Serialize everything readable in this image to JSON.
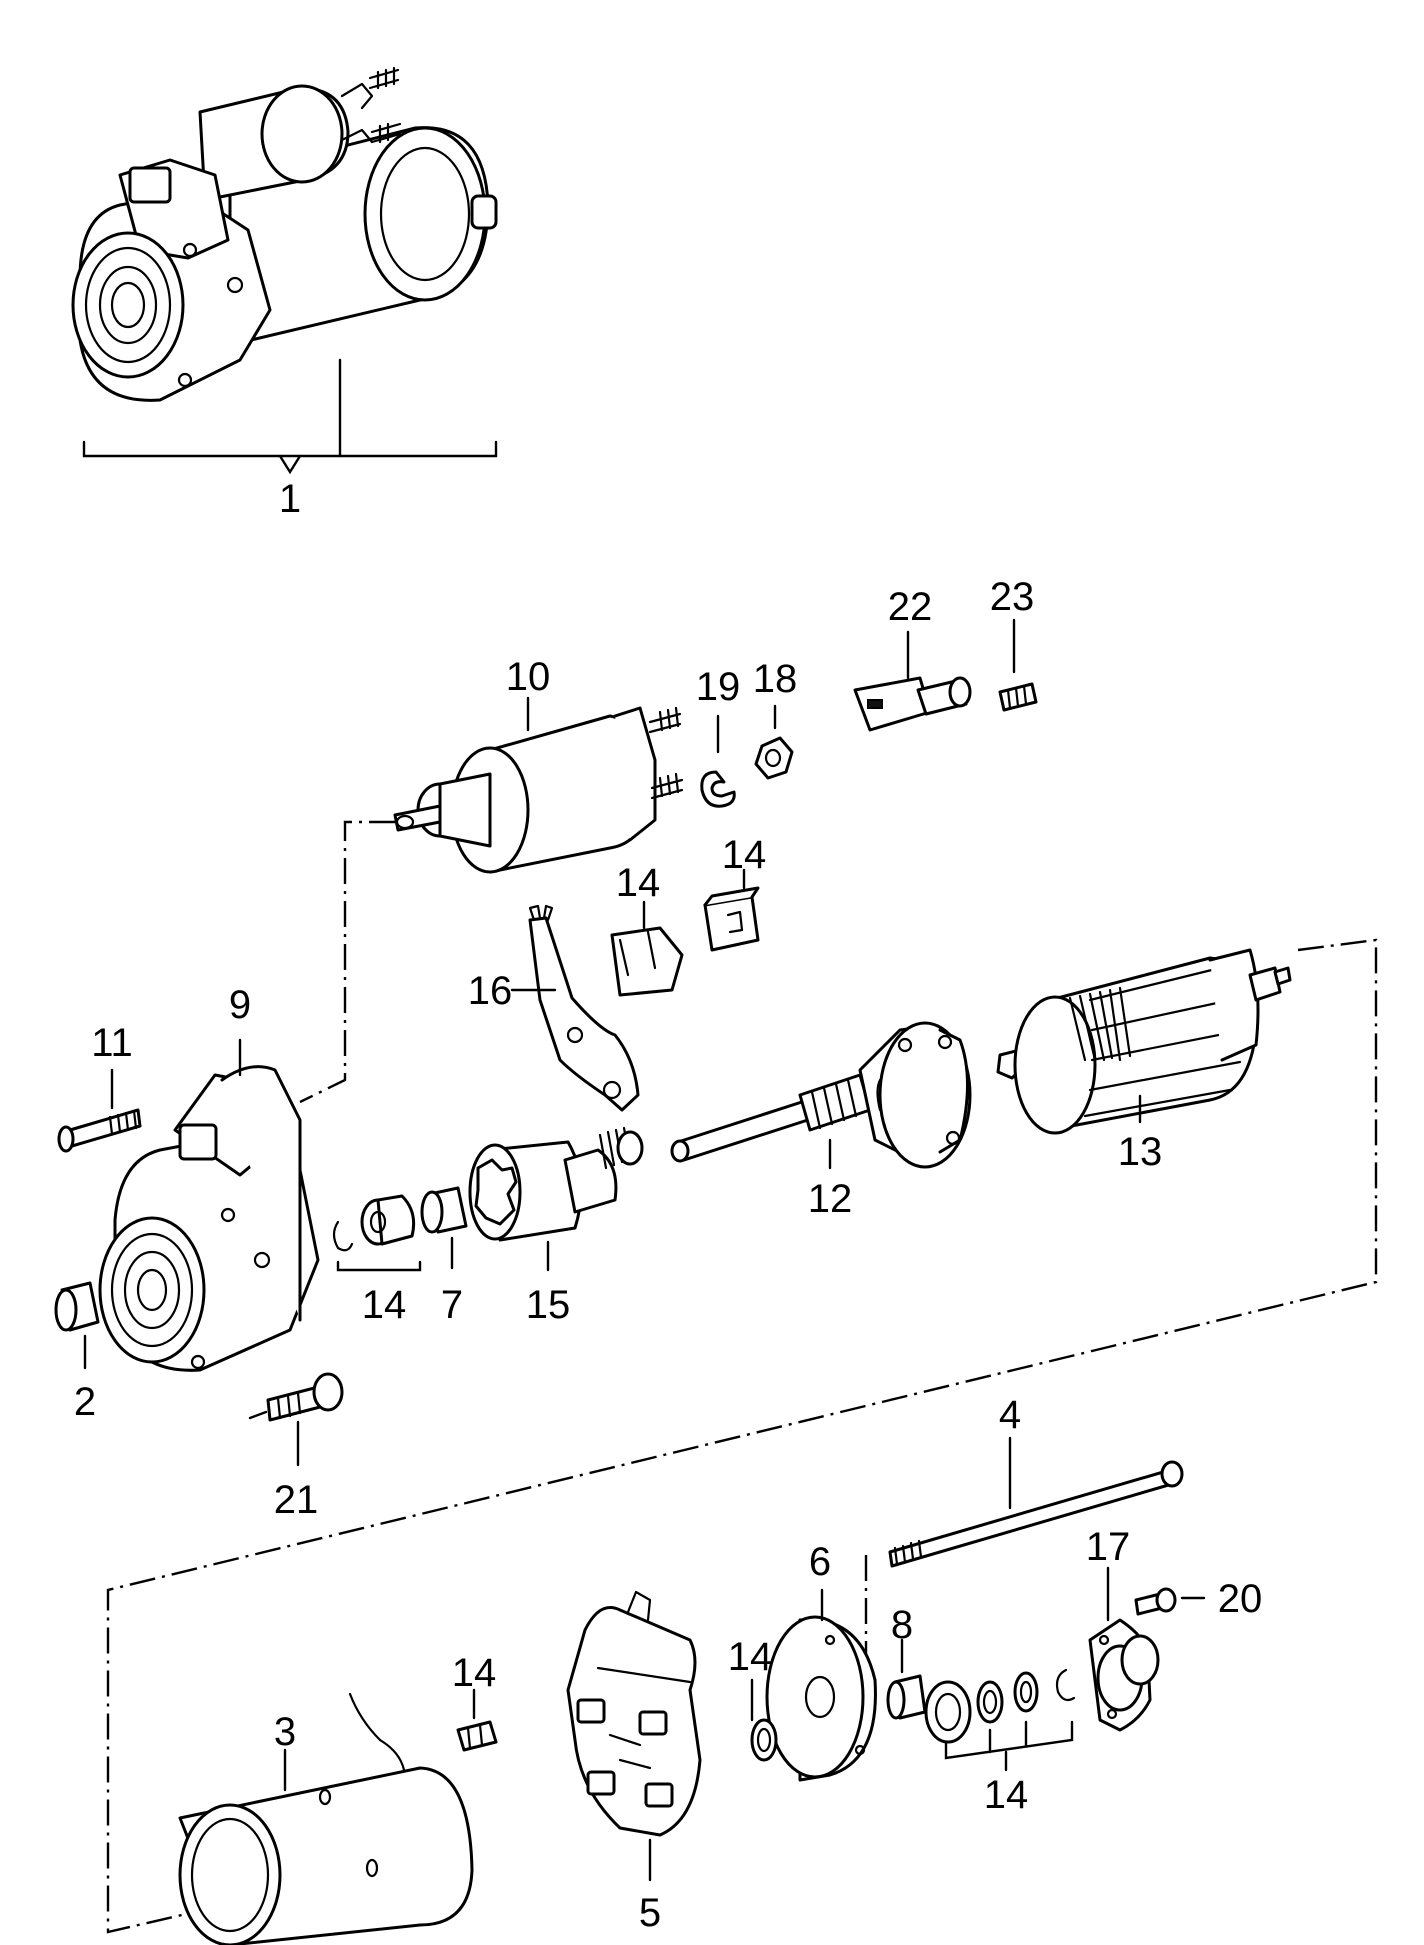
{
  "diagram": {
    "colors": {
      "ink": "#000000",
      "paper": "#ffffff"
    },
    "callouts": {
      "c1": "1",
      "c2": "2",
      "c3": "3",
      "c4": "4",
      "c5": "5",
      "c6": "6",
      "c7": "7",
      "c8": "8",
      "c9": "9",
      "c10": "10",
      "c11": "11",
      "c12": "12",
      "c13": "13",
      "c14a": "14",
      "c14b": "14",
      "c14c": "14",
      "c14d": "14",
      "c14e": "14",
      "c14f": "14",
      "c15": "15",
      "c16": "16",
      "c17": "17",
      "c18": "18",
      "c19": "19",
      "c20": "20",
      "c21": "21",
      "c22": "22",
      "c23": "23"
    }
  }
}
